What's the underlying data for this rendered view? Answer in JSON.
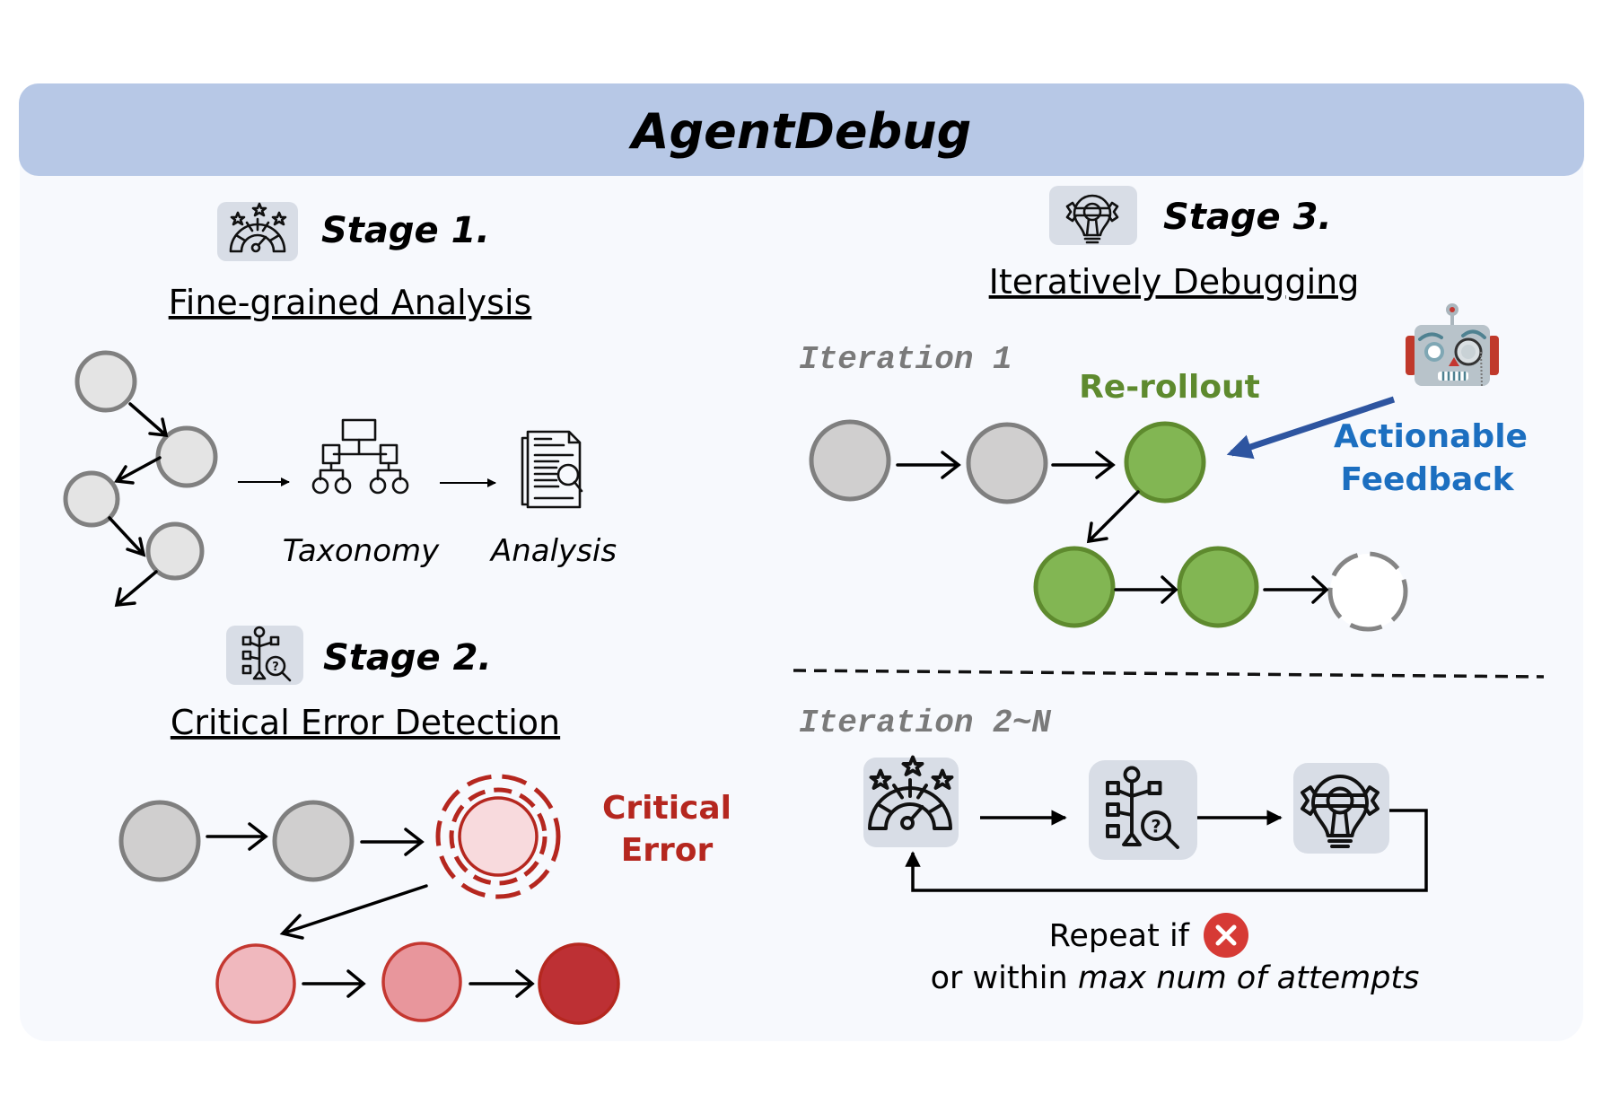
{
  "title": "AgentDebug",
  "colors": {
    "header": "#b7c8e6",
    "panel": "#f7f9fd",
    "icon_box": "#d8dde6",
    "critical_red": "#b5271f",
    "rerollout_green": "#5e8a2e",
    "feedback_blue": "#1c6fc0",
    "feedback_arrow": "#2e55a0"
  },
  "stage1": {
    "icon": "speedometer-stars-icon",
    "heading": "Stage 1.",
    "subtitle": "Fine-grained Analysis",
    "steps": [
      {
        "icon": "hierarchy-tree-icon",
        "label": "Taxonomy"
      },
      {
        "icon": "document-search-icon",
        "label": "Analysis"
      }
    ]
  },
  "stage2": {
    "icon": "flowchart-search-icon",
    "heading": "Stage 2.",
    "subtitle": "Critical Error Detection",
    "annotation_line1": "Critical",
    "annotation_line2": "Error"
  },
  "stage3": {
    "icon": "gear-lightbulb-wrench-icon",
    "heading": "Stage 3.",
    "subtitle": "Iteratively Debugging",
    "iteration1": {
      "label": "Iteration 1",
      "rerollout_label": "Re-rollout",
      "feedback_line1": "Actionable",
      "feedback_line2": "Feedback",
      "agent_icon": "robot-monocle-icon"
    },
    "iteration2": {
      "label": "Iteration 2~N",
      "steps": [
        "speedometer-stars-icon",
        "flowchart-search-icon",
        "gear-lightbulb-wrench-icon"
      ],
      "repeat_text": "Repeat if",
      "repeat_icon": "red-x-icon",
      "repeat_line2_plain": "or within ",
      "repeat_line2_italic": "max num of attempts"
    }
  }
}
